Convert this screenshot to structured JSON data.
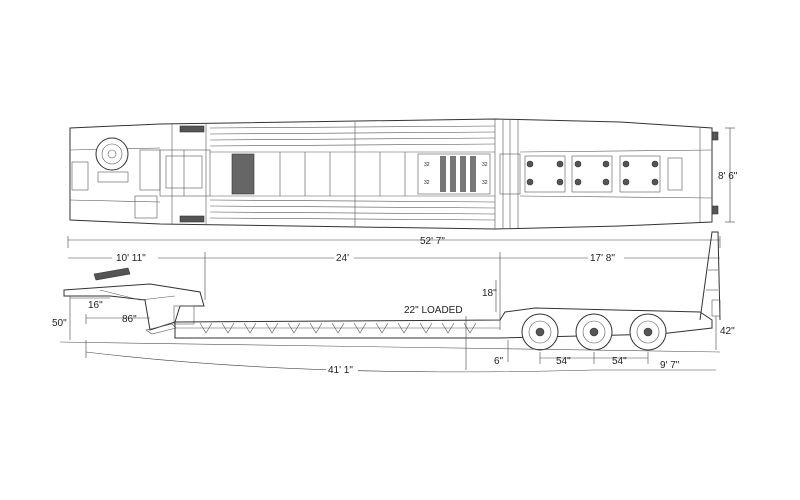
{
  "dimensions": {
    "overall_length": "52' 7\"",
    "gooseneck_length": "10' 11\"",
    "deck_length": "24'",
    "rear_length": "17' 8\"",
    "width": "8' 6\"",
    "swing_16": "16\"",
    "height_50": "50\"",
    "kingpin_86": "86\"",
    "rear_height_18": "18\"",
    "deck_height_loaded": "22\" LOADED",
    "ground_6": "6\"",
    "axle_spread_1": "54\"",
    "axle_spread_2": "54\"",
    "rear_height_42": "42\"",
    "rear_overhang": "9' 7\"",
    "length_41": "41' 1\""
  },
  "plate_numbers": [
    "32",
    "32",
    "32",
    "32"
  ]
}
